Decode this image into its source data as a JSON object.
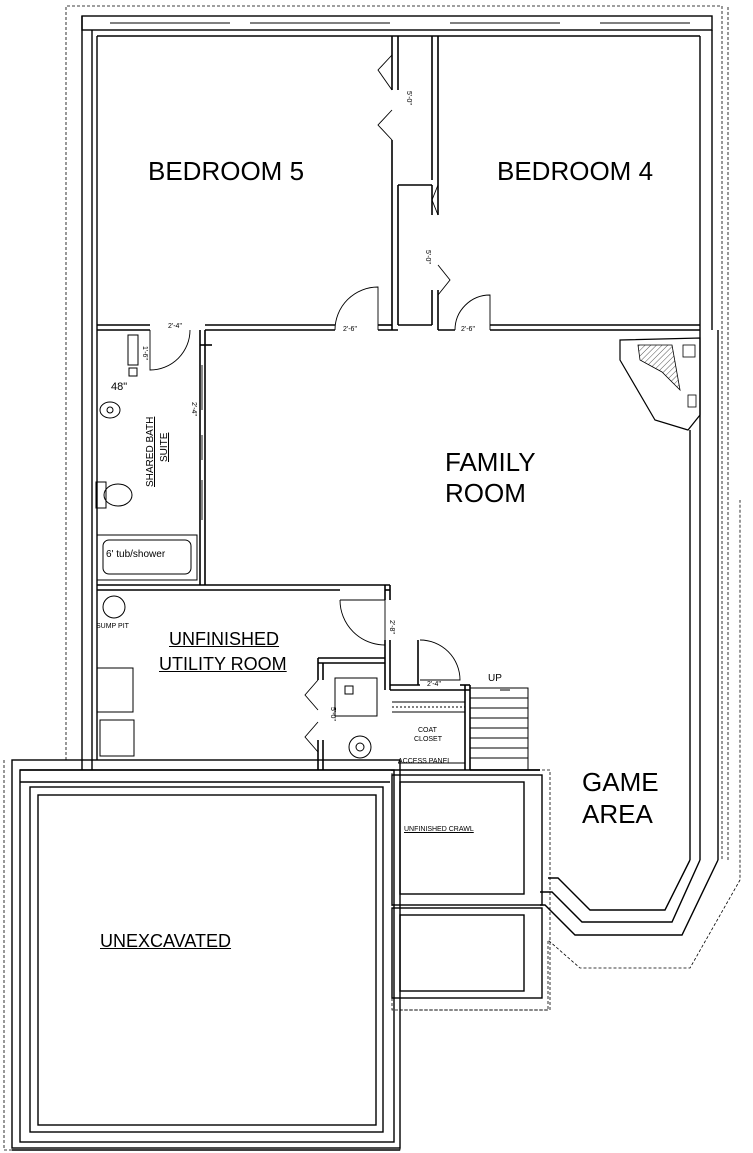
{
  "rooms": {
    "bedroom5": "BEDROOM 5",
    "bedroom4": "BEDROOM 4",
    "family_room_line1": "FAMILY",
    "family_room_line2": "ROOM",
    "utility_line1": "UNFINISHED",
    "utility_line2": "UTILITY ROOM",
    "game_line1": "GAME",
    "game_line2": "AREA",
    "unexcavated": "UNEXCAVATED",
    "bath_line1": "SHARED BATH",
    "bath_line2": "SUITE"
  },
  "labels": {
    "tub": "6' tub/shower",
    "vanity": "48\"",
    "sump": "SUMP PIT",
    "coat_line1": "COAT",
    "coat_line2": "CLOSET",
    "access_panel": "ACCESS PANEL",
    "crawl": "UNFINISHED CRAWL",
    "up": "UP"
  },
  "dimensions": {
    "d_2_4a": "2'-4\"",
    "d_2_6a": "2'-6\"",
    "d_2_6b": "2'-6\"",
    "d_1_6": "1'-6\"",
    "d_2_4b": "2'-4\"",
    "d_2_8": "2'-8\"",
    "d_2_4c": "2'-4\"",
    "d_5_0a": "5'-0\"",
    "d_5_0b": "5'-0\"",
    "d_5_0c": "5'-0\""
  },
  "colors": {
    "line": "#000000",
    "hatch": "#666666"
  }
}
